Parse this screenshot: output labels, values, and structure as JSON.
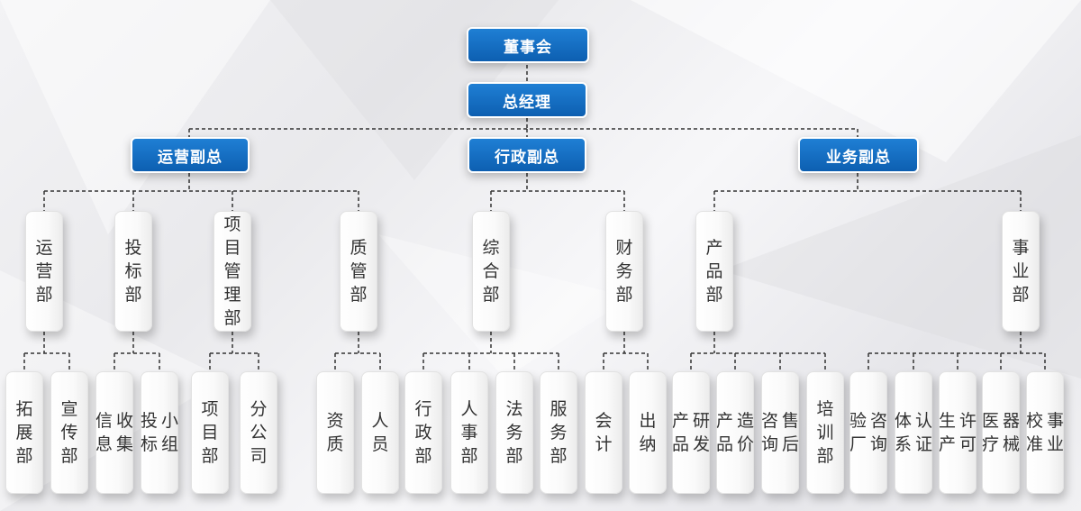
{
  "board": "董事会",
  "gm": "总经理",
  "vps": [
    "运营副总",
    "行政副总",
    "业务副总"
  ],
  "departments": [
    "运营部",
    "投标部",
    "项目管理部",
    "质管部",
    "综合部",
    "财务部",
    "产品部",
    "事业部"
  ],
  "units": [
    "拓展部",
    "宣传部",
    "信息收集",
    "投标小组",
    "项目部",
    "分公司",
    "资质",
    "人员",
    "行政部",
    "人事部",
    "法务部",
    "服务部",
    "会计",
    "出纳",
    "产品研发",
    "产品造价",
    "咨询售后",
    "培训部",
    "验厂咨询",
    "体系认证",
    "生产许可",
    "医疗器械",
    "校准事业"
  ],
  "colors": {
    "accent": "#0d5fb1",
    "accent_light": "#1f7fd4",
    "line": "#333333",
    "card_text": "#333333"
  }
}
